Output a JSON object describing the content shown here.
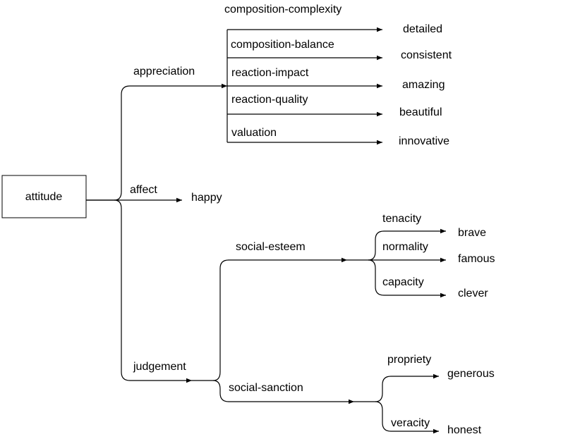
{
  "root": "attitude",
  "branches": {
    "appreciation": "appreciation",
    "affect": "affect",
    "judgement": "judgement"
  },
  "appreciation_items": [
    {
      "label": "composition-complexity",
      "example": "detailed"
    },
    {
      "label": "composition-balance",
      "example": "consistent"
    },
    {
      "label": "reaction-impact",
      "example": "amazing"
    },
    {
      "label": "reaction-quality",
      "example": "beautiful"
    },
    {
      "label": "valuation",
      "example": "innovative"
    }
  ],
  "affect_example": "happy",
  "judgement_groups": {
    "esteem": {
      "label": "social-esteem",
      "items": [
        {
          "label": "tenacity",
          "example": "brave"
        },
        {
          "label": "normality",
          "example": "famous"
        },
        {
          "label": "capacity",
          "example": "clever"
        }
      ]
    },
    "sanction": {
      "label": "social-sanction",
      "items": [
        {
          "label": "propriety",
          "example": "generous"
        },
        {
          "label": "veracity",
          "example": "honest"
        }
      ]
    }
  }
}
